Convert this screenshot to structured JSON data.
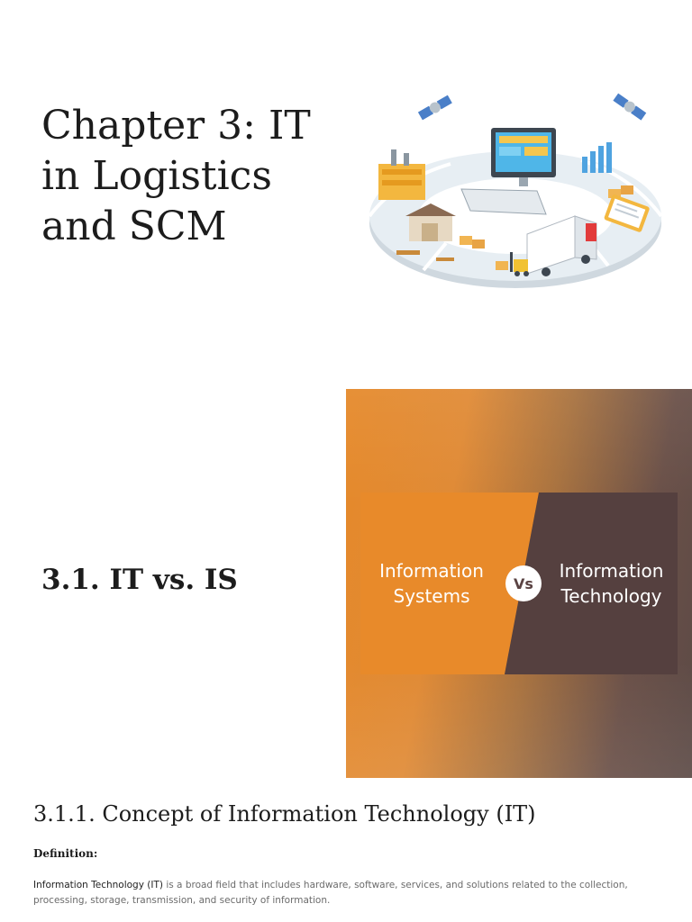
{
  "chapter": {
    "title": "Chapter 3: IT in Logistics and SCM"
  },
  "section": {
    "title": "3.1. IT vs. IS"
  },
  "comparison": {
    "left_label": "Information\nSystems",
    "vs_label": "Vs",
    "right_label": "Information\nTechnology",
    "colors": {
      "left": "#e88a2a",
      "right": "#55403f",
      "badge": "#ffffff"
    }
  },
  "subsection": {
    "title": "3.1.1. Concept of Information Technology (IT)",
    "definition_label": "Definition:",
    "term": "Information Technology (IT)",
    "definition_text": " is a broad field that includes hardware, software, services, and solutions related to the collection, processing, storage, transmission, and security of information."
  },
  "illustration": {
    "icons": [
      "satellite-icon",
      "computer-monitor-icon",
      "keyboard-icon",
      "bar-chart-icon",
      "factory-icon",
      "warehouse-icon",
      "truck-icon",
      "forklift-icon",
      "boxes-icon",
      "clipboard-icon",
      "pallet-icon"
    ]
  }
}
